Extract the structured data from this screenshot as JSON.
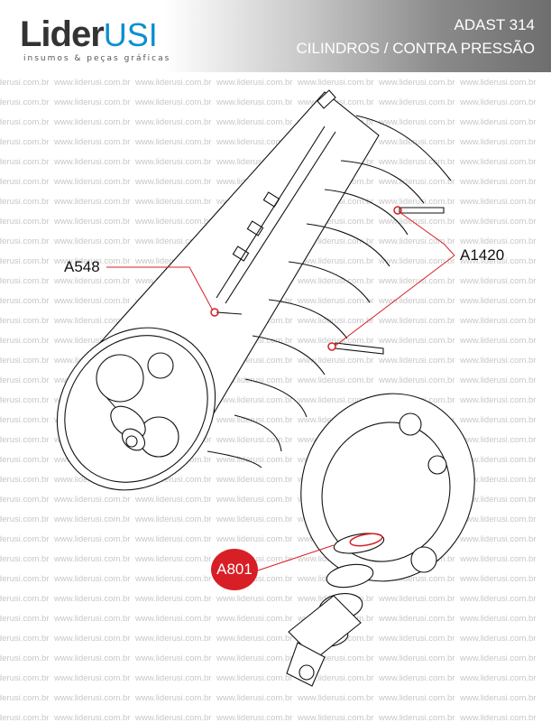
{
  "logo": {
    "name": "Lider",
    "suffix": "USI",
    "tagline": "insumos & peças gráficas"
  },
  "title": {
    "line1": "ADAST 314",
    "line2": "CILINDROS / CONTRA PRESSÃO"
  },
  "watermark": "www.liderusi.com.br",
  "callouts": {
    "a548": "A548",
    "a1420": "A1420",
    "a801": "A801"
  },
  "colors": {
    "accent": "#d81f26",
    "brand_blue": "#0a8fd1"
  }
}
